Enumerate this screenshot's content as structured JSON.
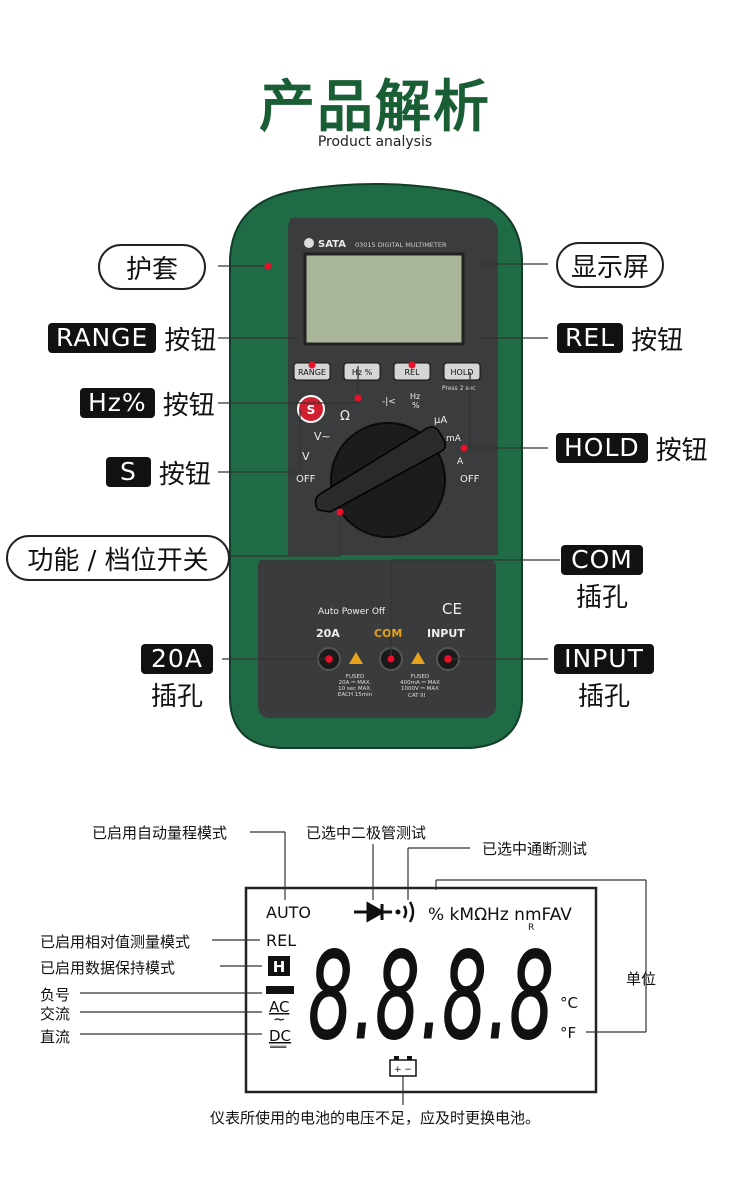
{
  "header": {
    "title": "产品解析",
    "subtitle": "Product analysis"
  },
  "meter": {
    "brand": "SATA",
    "model": "03015 DIGITAL MULTIMETER",
    "buttons": [
      "RANGE",
      "Hz %",
      "REL",
      "HOLD"
    ],
    "hold_note": "Press 2 sec",
    "s_button": "S",
    "dial": {
      "ohm": "Ω",
      "diode": "-|<",
      "hz": "Hz",
      "hz_pct": "%",
      "ua": "μA",
      "ma": "mA",
      "a": "A",
      "off_right": "OFF",
      "v_ac": "V~",
      "v_dc": "V",
      "off_left": "OFF"
    },
    "auto_power_off": "Auto Power Off",
    "ce": "CE",
    "jacks": {
      "a20": "20A",
      "com": "COM",
      "input": "INPUT"
    },
    "fuse_left": [
      "FUSED",
      "20A ⎓ MAX.",
      "10 sec MAX.",
      "EACH 15min"
    ],
    "fuse_right": [
      "FUSED",
      "400mA ⎓ MAX",
      "1000V ⎓ MAX"
    ],
    "cat": "CAT III"
  },
  "callouts": {
    "sleeve": "护套",
    "display": "显示屏",
    "range_key": "RANGE",
    "range_txt": "按钮",
    "rel_key": "REL",
    "rel_txt": "按钮",
    "hz_key": "Hz%",
    "hz_txt": "按钮",
    "hold_key": "HOLD",
    "hold_txt": "按钮",
    "s_key": "S",
    "s_txt": "按钮",
    "switch": "功能 / 档位开关",
    "com_key": "COM",
    "com_txt": "插孔",
    "a20_key": "20A",
    "a20_txt": "插孔",
    "input_key": "INPUT",
    "input_txt": "插孔"
  },
  "lcd": {
    "auto": "AUTO",
    "rel": "REL",
    "hold": "H",
    "ac": "AC",
    "dc": "DC",
    "units": "% kMΩHz nmFAV",
    "unit_sub": "R",
    "deg_c": "°C",
    "deg_f": "°F",
    "digits": "8.8.8.8",
    "battery": "+ −"
  },
  "lcd_labels": {
    "auto_range": "已启用自动量程模式",
    "diode": "已选中二极管测试",
    "continuity": "已选中通断测试",
    "relative": "已启用相对值测量模式",
    "hold": "已启用数据保持模式",
    "negative": "负号",
    "ac": "交流",
    "dc": "直流",
    "unit": "单位",
    "battery": "仪表所使用的电池的电压不足，应及时更换电池。"
  },
  "colors": {
    "title_green": "#1a5e36",
    "case_green": "#1f6b45",
    "panel_dark": "#3a3c3d",
    "lcd_green": "#a9b69a",
    "red_dot": "#e8102a"
  }
}
